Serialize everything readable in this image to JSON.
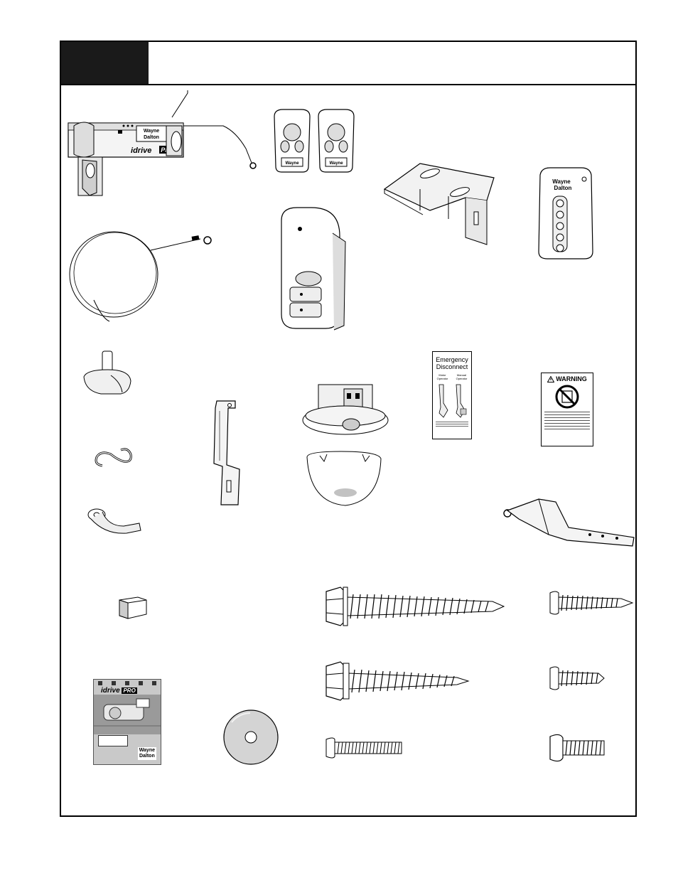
{
  "brand": {
    "logo_line1": "Wayne",
    "logo_line2": "Dalton",
    "product_i": "i",
    "product_drive": "drive",
    "product_pro": "PRO"
  },
  "labels": {
    "emergency_title_1": "Emergency",
    "emergency_title_2": "Disconnect",
    "emergency_col1_1": "Motor",
    "emergency_col1_2": "Operator",
    "emergency_col2_1": "Manual",
    "emergency_col2_2": "Operator",
    "warning_title": "WARNING"
  },
  "colors": {
    "header_block": "#1a1a1a",
    "line": "#000000",
    "shade": "#c8c8c8"
  }
}
